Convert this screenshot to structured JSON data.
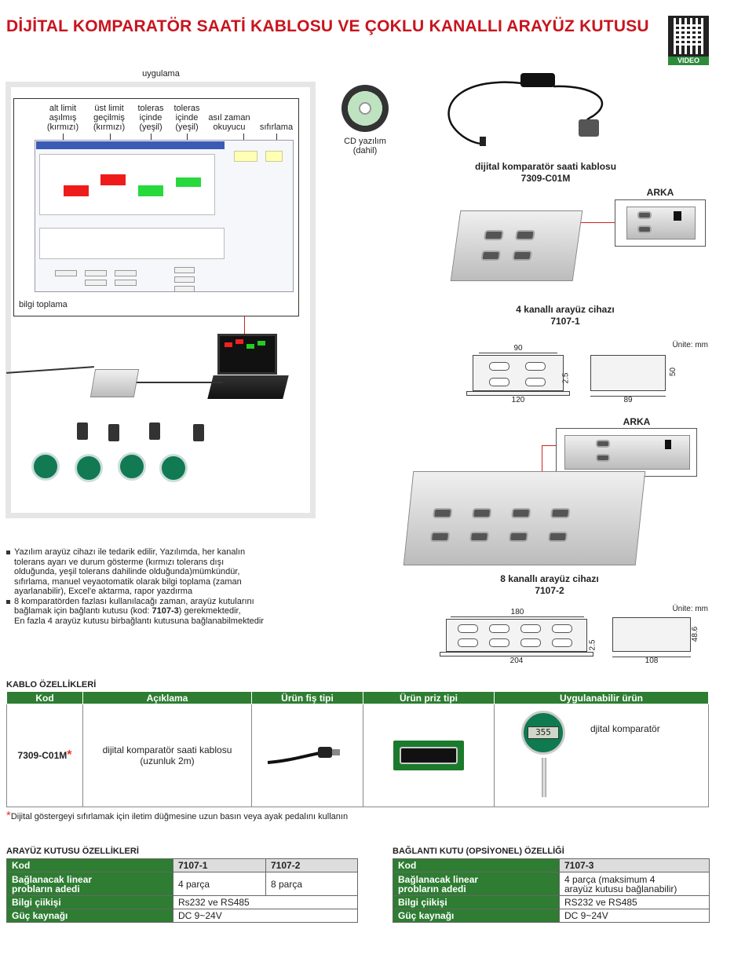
{
  "header": {
    "title": "DİJİTAL KOMPARATÖR SAATİ KABLOSU VE ÇOKLU KANALLI  ARAYÜZ KUTUSU",
    "video_label": "VIDEO"
  },
  "app": {
    "caption": "uygulama",
    "labels": {
      "lower_exceeded": [
        "alt limit",
        "aşılmış",
        "(kırmızı)"
      ],
      "upper_exceeded": [
        "üst limit",
        "geçilmiş",
        "(kırmızı)"
      ],
      "in_tolerance_1": [
        "toleras",
        "içinde",
        "(yeşil)"
      ],
      "in_tolerance_2": [
        "toleras",
        "içinde",
        "(yeşil)"
      ],
      "realtime": [
        "asıl zaman",
        "okuyucu"
      ],
      "reset": "sıfırlama",
      "collection": "bilgi toplama"
    }
  },
  "cd": {
    "caption": [
      "CD yazılım",
      "(dahil)"
    ]
  },
  "cable_product": {
    "name": "dijital komparatör saati kablosu",
    "code": "7309-C01M"
  },
  "box4": {
    "rear_label": "ARKA",
    "name": "4 kanallı arayüz cihazı",
    "code": "7107-1",
    "unit": "Ünite: mm",
    "dims": {
      "top_width": "90",
      "bottom_width": "120",
      "height_small": "2.5",
      "side_width": "89",
      "side_height": "50"
    }
  },
  "box8": {
    "rear_label": "ARKA",
    "name": "8 kanallı arayüz cihazı",
    "code": "7107-2",
    "unit": "Ünite: mm",
    "dims": {
      "top_width": "180",
      "bottom_width": "204",
      "height_small": "2.5",
      "side_width": "108",
      "side_height": "48.6"
    }
  },
  "bullets": {
    "b1": [
      "Yazılım arayüz cihazı ile tedarik edilir, Yazılımda, her kanalın",
      "tolerans ayarı ve durum gösterme (kırmızı tolerans dışı",
      "olduğunda, yeşil tolerans dahilinde olduğunda)mümkündür,",
      "sıfırlama, manuel veyaotomatik olarak bilgi toplama (zaman",
      "ayarlanabilir), Excel'e aktarma, rapor yazdırma"
    ],
    "b2_pre": "8 komparatörden fazlası kullanılacağı zaman, arayüz kutularını",
    "b2_line2_pre": "bağlamak için bağlantı kutusu (kod: ",
    "b2_code": "7107-3",
    "b2_line2_post": ") gerekmektedir,",
    "b2_line3": "En fazla 4 arayüz kutusu birbağlantı kutusuna bağlanabilmektedir"
  },
  "cable_spec": {
    "title": "KABLO ÖZELLİKLERİ",
    "headers": [
      "Kod",
      "Açıklama",
      "Ürün fiş tipi",
      "Ürün priz tipi",
      "Uygulanabilir ürün"
    ],
    "code": "7309-C01M",
    "description": [
      "dijital komparatör saati kablosu",
      "(uzunluk 2m)"
    ],
    "applicable": "djital komparatör",
    "gauge_reading": "355",
    "footnote": "Dijital göstergeyi sıfırlamak için iletim düğmesine uzun basın veya ayak pedalını kullanın"
  },
  "interface_spec": {
    "title": "ARAYÜZ KUTUSU ÖZELLİKLERİ",
    "header": [
      "Kod",
      "7107-1",
      "7107-2"
    ],
    "rows": [
      {
        "label": [
          "Bağlanacak linear",
          "probların adedi"
        ],
        "v1": "4 parça",
        "v2": "8 parça"
      },
      {
        "label": [
          "Bilgi çiikişi"
        ],
        "v": "Rs232 ve RS485"
      },
      {
        "label": [
          "Güç kaynağı"
        ],
        "v": "DC 9~24V"
      }
    ]
  },
  "junction_spec": {
    "title": "BAĞLANTI KUTU (OPSİYONEL) ÖZELLİĞİ",
    "header": [
      "Kod",
      "7107-3"
    ],
    "rows": [
      {
        "label": [
          "Bağlanacak linear",
          "probların adedi"
        ],
        "v": [
          "4 parça (maksimum 4",
          "arayüz kutusu bağlanabilir)"
        ]
      },
      {
        "label": [
          "Bilgi çiikişi"
        ],
        "v": [
          "RS232 ve RS485"
        ]
      },
      {
        "label": [
          "Güç kaynağı"
        ],
        "v": [
          "DC 9~24V"
        ]
      }
    ]
  }
}
